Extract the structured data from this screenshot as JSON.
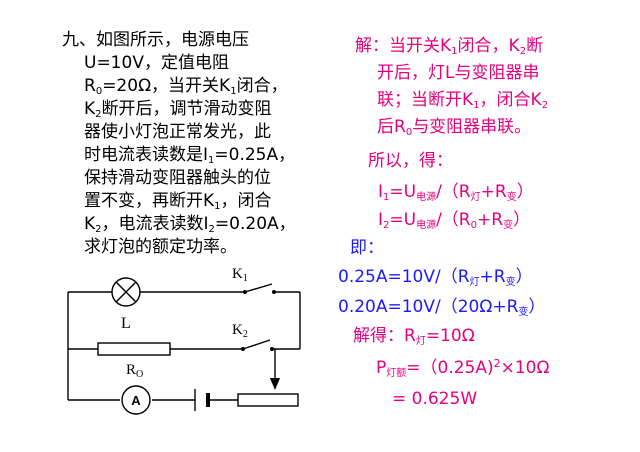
{
  "question": {
    "l1": "九、如图所示，电源电压",
    "l2": "U=10V，定值电阻",
    "l3a": "R",
    "l3s": "0",
    "l3b": "=20Ω，当开关K",
    "l3s2": "1",
    "l3c": "闭合，",
    "l4a": "K",
    "l4s": "2",
    "l4b": "断开后，调节滑动变阻",
    "l5": "器使小灯泡正常发光，此",
    "l6a": "时电流表读数是I",
    "l6s": "1",
    "l6b": "=0.25A，",
    "l7": "保持滑动变阻器触头的位",
    "l8a": "置不变，再断开K",
    "l8s": "1",
    "l8b": "，闭合",
    "l9a": "K",
    "l9s": "2",
    "l9b": "，电流表读数I",
    "l9s2": "2",
    "l9c": "=0.20A，",
    "l10": "求灯泡的额定功率。"
  },
  "solution": {
    "s1a": "解：当开关K",
    "s1s": "1",
    "s1b": "闭合，K",
    "s1s2": "2",
    "s1c": "断",
    "s2": "开后，灯L与变阻器串",
    "s3a": "联；当断开K",
    "s3s": "1",
    "s3b": "，闭合K",
    "s3s2": "2",
    "s4a": "后R",
    "s4s": "0",
    "s4b": "与变阻器串联。",
    "s5": "所以，得：",
    "s6a": "I",
    "s6s": "1",
    "s6b": "=U",
    "s6s2": "电源",
    "s6c": "/（R",
    "s6s3": "灯",
    "s6d": "+R",
    "s6s4": "变",
    "s6e": "）",
    "s7a": "I",
    "s7s": "2",
    "s7b": "=U",
    "s7s2": "电源",
    "s7c": "/（R",
    "s7s3": "0",
    "s7d": "+R",
    "s7s4": "变",
    "s7e": "）",
    "s8": "即：",
    "s9a": "0.25A=10V/（R",
    "s9s": "灯",
    "s9b": "+R",
    "s9s2": "变",
    "s9c": "）",
    "s10a": "0.20A=10V/（20Ω+R",
    "s10s": "变",
    "s10b": "）",
    "s11a": "解得：R",
    "s11s": "灯",
    "s11b": "=10Ω",
    "s12a": "P",
    "s12s": "灯额",
    "s12b": "=（0.25A)",
    "s12sup": "2",
    "s12c": "×10Ω",
    "s13": "= 0.625W"
  },
  "circuit": {
    "label_L": "L",
    "label_K1": "K",
    "label_K1s": "1",
    "label_K2": "K",
    "label_K2s": "2",
    "label_R0": "R",
    "label_R0s": "O",
    "label_A": "A"
  },
  "colors": {
    "question": "#000000",
    "solution_red": "#e6007e",
    "solution_blue": "#1a1aff"
  }
}
